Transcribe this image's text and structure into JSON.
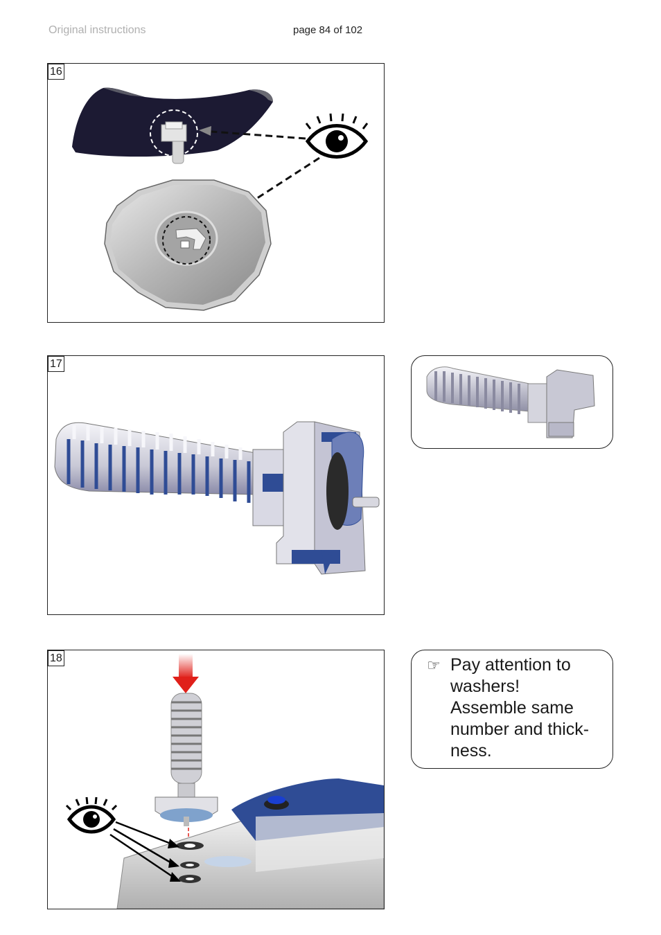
{
  "header": {
    "left": "Original instructions",
    "center": "page 84 of 102"
  },
  "steps": [
    {
      "number": "16"
    },
    {
      "number": "17"
    },
    {
      "number": "18"
    }
  ],
  "note": {
    "icon": "pointing-hand-icon",
    "glyph": "☞",
    "lines": [
      "Pay attention to",
      "washers!",
      "Assemble same",
      "number and thick-",
      "ness."
    ]
  },
  "colors": {
    "accent_blue": "#2f4c95",
    "arrow_red": "#e0201a",
    "dark_cap": "#1c1a33"
  }
}
